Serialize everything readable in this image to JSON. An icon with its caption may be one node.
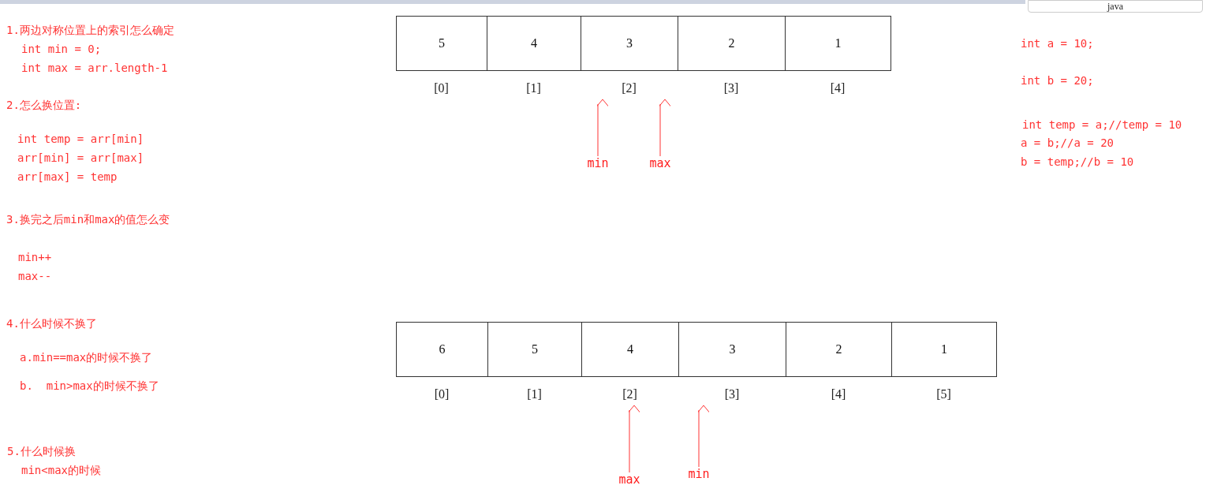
{
  "diagram": {
    "nodes": [
      {
        "text": [
          "5"
        ],
        "beside": [
          "[0]"
        ]
      },
      {
        "text": [
          "4"
        ],
        "beside": [
          "[1]"
        ]
      },
      {
        "text": [
          "3"
        ],
        "beside": [
          "[2]"
        ]
      },
      {
        "text": [
          "2"
        ],
        "beside": [
          "[3]"
        ]
      },
      {
        "text": [
          "1"
        ],
        "beside": [
          "[4]"
        ]
      },
      {
        "text": [
          "min"
        ]
      },
      {
        "text": [
          "max"
        ]
      },
      {
        "text": [
          "6"
        ],
        "beside": [
          "[0]"
        ]
      },
      {
        "text": [
          "5"
        ],
        "beside": [
          "[1]"
        ]
      },
      {
        "text": [
          "4"
        ],
        "beside": [
          "[2]"
        ]
      },
      {
        "text": [
          "3"
        ],
        "beside": [
          "[3]"
        ]
      },
      {
        "text": [
          "2"
        ],
        "beside": [
          "[4]"
        ]
      },
      {
        "text": [
          "1"
        ],
        "beside": [
          "[5]"
        ]
      },
      {
        "text": [
          "max"
        ]
      },
      {
        "text": [
          "min"
        ]
      }
    ],
    "edges": [
      {
        "from": 5,
        "to": 2,
        "arrow": "to"
      },
      {
        "from": 6,
        "to": 2,
        "arrow": "to"
      },
      {
        "from": 13,
        "to": 9,
        "arrow": "to"
      },
      {
        "from": 14,
        "to": 10,
        "arrow": "to"
      }
    ],
    "labels": [
      "java",
      "1.两边对称位置上的索引怎么确定",
      "int min = 0;",
      "int max = arr.length-1",
      "int a = 10;",
      "int b = 20;",
      "2.怎么换位置:",
      "int temp = a;//temp = 10",
      "a = b;//a = 20",
      "b = temp;//b = 10",
      "int temp = arr[min]",
      "arr[min] = arr[max]",
      "arr[max] = temp",
      "3.换完之后min和max的值怎么变",
      "min++",
      "max--",
      "4.什么时候不换了",
      "a.min==max的时候不换了",
      "b.  min>max的时候不换了",
      "5.什么时候换",
      "min<max的时候"
    ]
  }
}
